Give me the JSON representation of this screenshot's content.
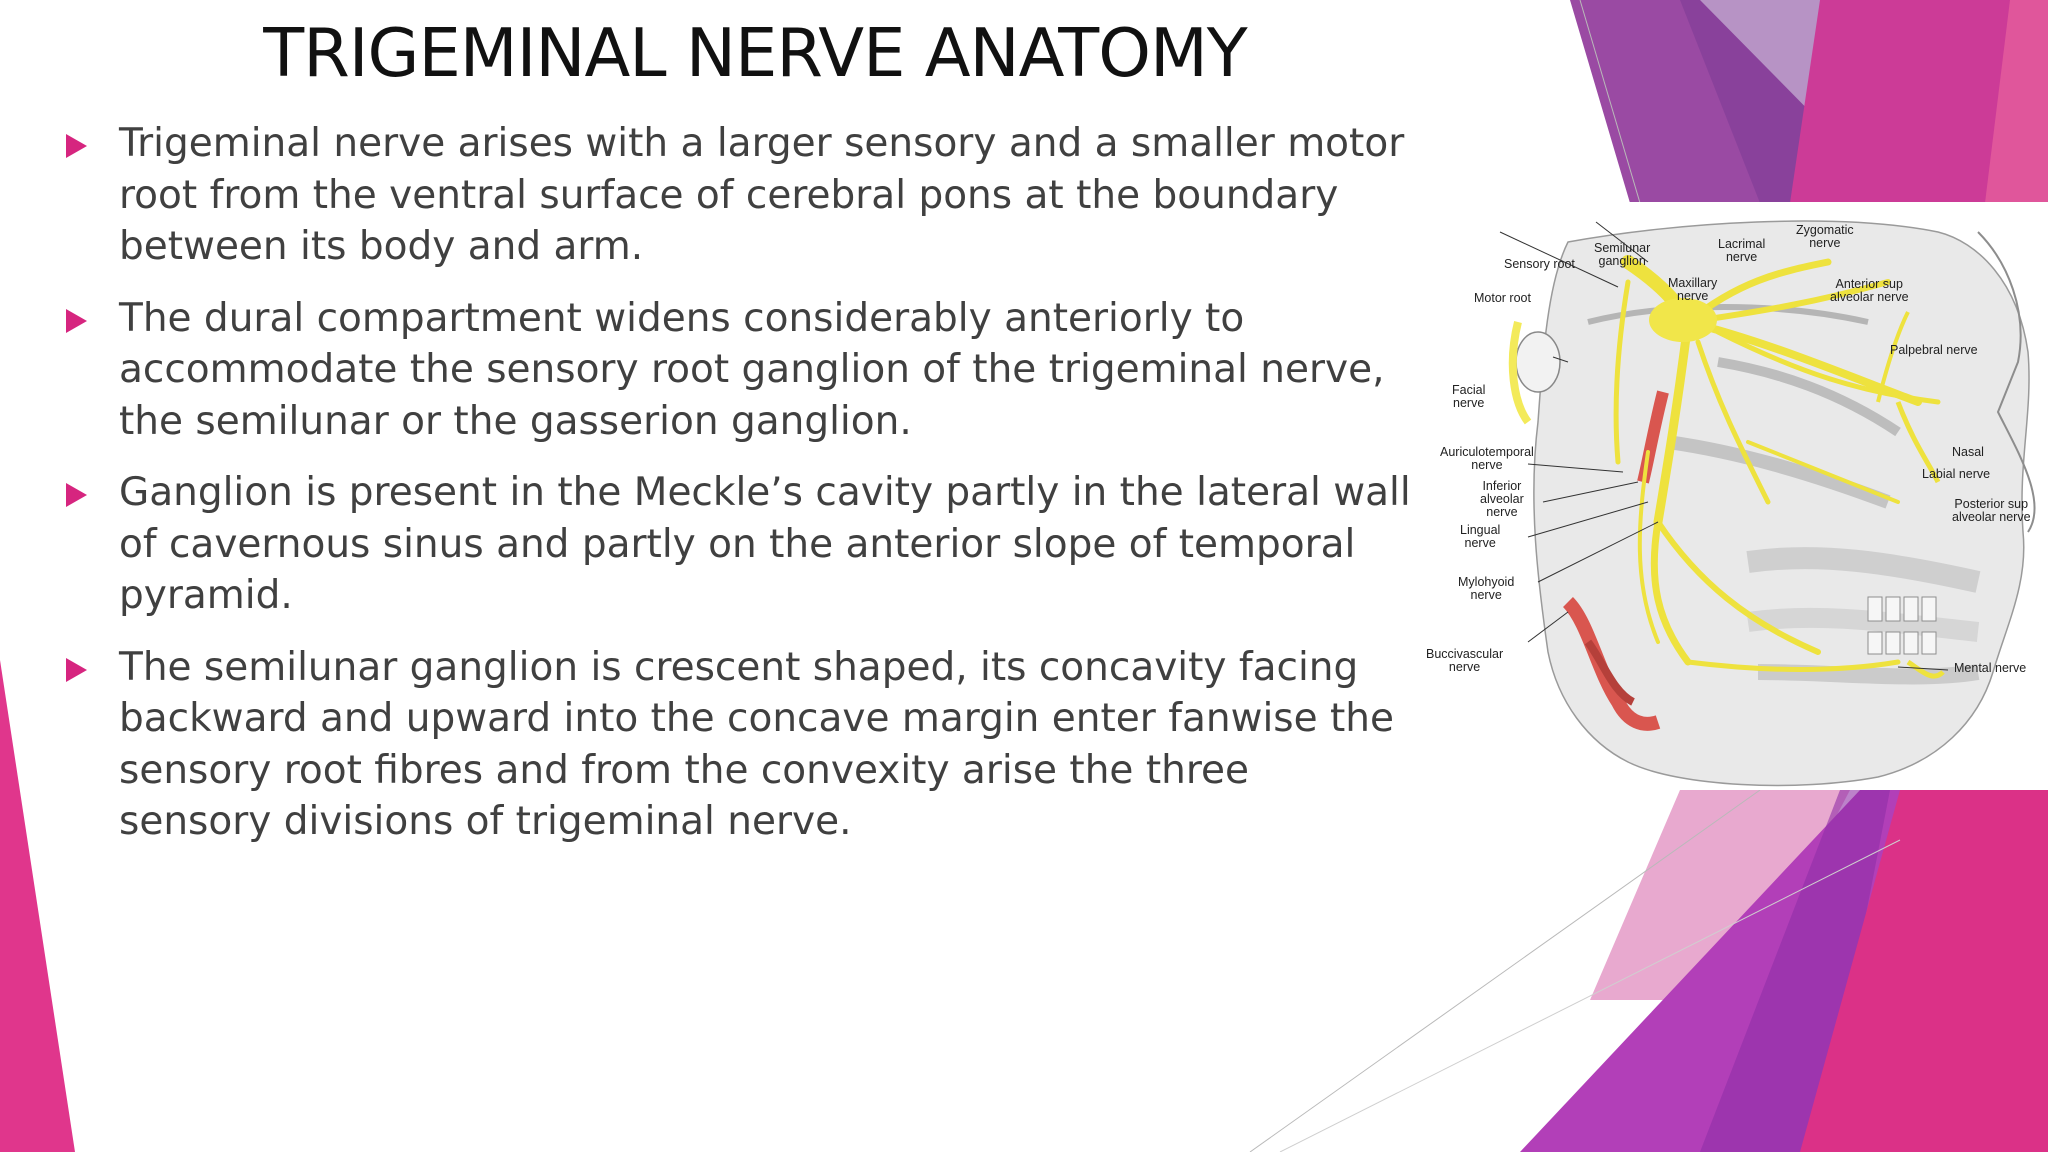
{
  "slide": {
    "title": "TRIGEMINAL NERVE ANATOMY",
    "accent_color": "#d6257f",
    "bullets": [
      {
        "text": "Trigeminal nerve arises with a larger sensory and a smaller motor root from the ventral surface of cerebral pons at the boundary between its body and arm."
      },
      {
        "text": "The dural compartment widens considerably anteriorly to accommodate the sensory root ganglion of the trigeminal nerve, the semilunar or the gasserion ganglion."
      },
      {
        "text": "Ganglion is present in the Meckle’s cavity partly in the lateral wall of cavernous sinus and partly on the anterior slope of temporal pyramid."
      },
      {
        "text": "The semilunar ganglion is crescent shaped, its concavity facing backward and upward into the concave margin enter fanwise the sensory root fibres and from the convexity arise the three sensory divisions of trigeminal nerve."
      }
    ]
  },
  "figure": {
    "labels": {
      "sensory_root": "Sensory root",
      "semilunar_ganglion": "Semilunar\nganglion",
      "lacrimal_nerve": "Lacrimal\nnerve",
      "zygomatic_nerve": "Zygomatic\nnerve",
      "maxillary_nerve": "Maxillary\nnerve",
      "anterior_sup_alveolar": "Anterior sup\nalveolar nerve",
      "motor_root": "Motor root",
      "palpebral_nerve": "Palpebral nerve",
      "facial_nerve": "Facial\nnerve",
      "auriculotemporal_nerve": "Auriculotemporal\nnerve",
      "nasal": "Nasal",
      "labial_nerve": "Labial nerve",
      "inferior_alveolar_nerve": "Inferior\nalveolar\nnerve",
      "posterior_sup_alveolar": "Posterior sup\nalveolar nerve",
      "lingual_nerve": "Lingual\nnerve",
      "mylohyoid_nerve": "Mylohyoid\nnerve",
      "buccivascular_nerve": "Buccivascular\nnerve",
      "mental_nerve": "Mental nerve"
    }
  }
}
